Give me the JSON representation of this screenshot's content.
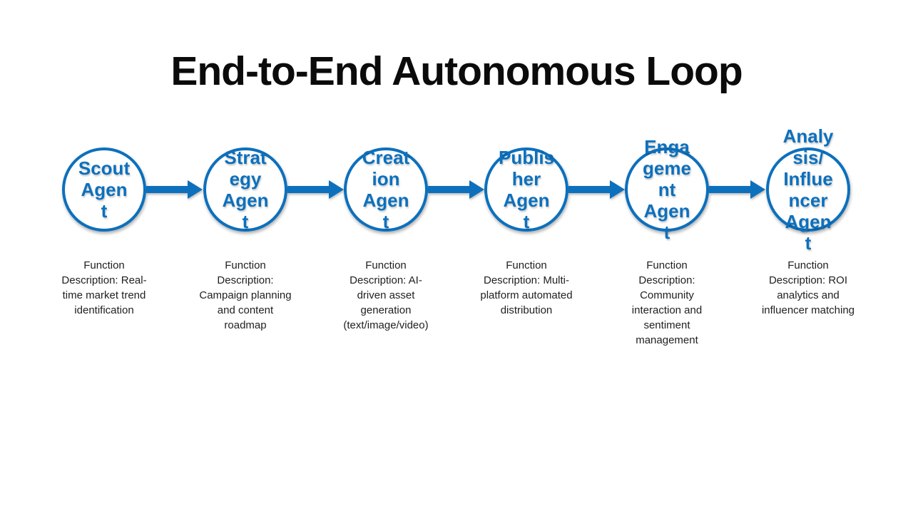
{
  "slide": {
    "title": "End-to-End Autonomous Loop",
    "accent_color": "#0c70bd",
    "agents": [
      {
        "name": "Scout Agent",
        "label": "Scout\nAgen\nt",
        "description": "Function\nDescription: Real-\ntime market trend\nidentification"
      },
      {
        "name": "Strategy Agent",
        "label": "Strat\negy\nAgen\nt",
        "description": "Function\nDescription:\nCampaign planning\nand content\nroadmap"
      },
      {
        "name": "Creation Agent",
        "label": "Creat\nion\nAgen\nt",
        "description": "Function\nDescription: AI-\ndriven asset\ngeneration\n(text/image/video)"
      },
      {
        "name": "Publisher Agent",
        "label": "Publis\nher\nAgen\nt",
        "description": "Function\nDescription: Multi-\nplatform automated\ndistribution"
      },
      {
        "name": "Engagement Agent",
        "label": "Enga\ngeme\nnt\nAgen\nt",
        "description": "Function\nDescription:\nCommunity\ninteraction and\nsentiment\nmanagement"
      },
      {
        "name": "Analysis/Influencer Agent",
        "label": "Analy\nsis/\nInflue\nncer\nAgen\nt",
        "description": "Function\nDescription: ROI\nanalytics and\ninfluencer matching"
      }
    ]
  }
}
